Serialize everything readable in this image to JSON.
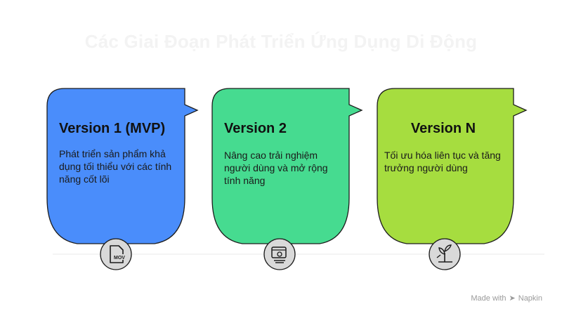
{
  "title": "Các Giai Đoạn Phát Triển Ứng Dụng Di Động",
  "stages": [
    {
      "title": "Version 1 (MVP)",
      "description": "Phát triển sản phẩm khả dụng tối thiểu với các tính năng cốt lõi",
      "color": "#4a8dfb",
      "icon": "mov-file-icon"
    },
    {
      "title": "Version 2",
      "description": "Nâng cao trải nghiệm người dùng và mở rộng tính năng",
      "color": "#46db90",
      "icon": "user-experience-icon"
    },
    {
      "title": "Version N",
      "description": "Tối ưu hóa liên tục và tăng trưởng người dùng",
      "color": "#a6dd3f",
      "icon": "plant-growth-icon"
    }
  ],
  "watermark": {
    "text": "Made with",
    "brand": "Napkin"
  }
}
